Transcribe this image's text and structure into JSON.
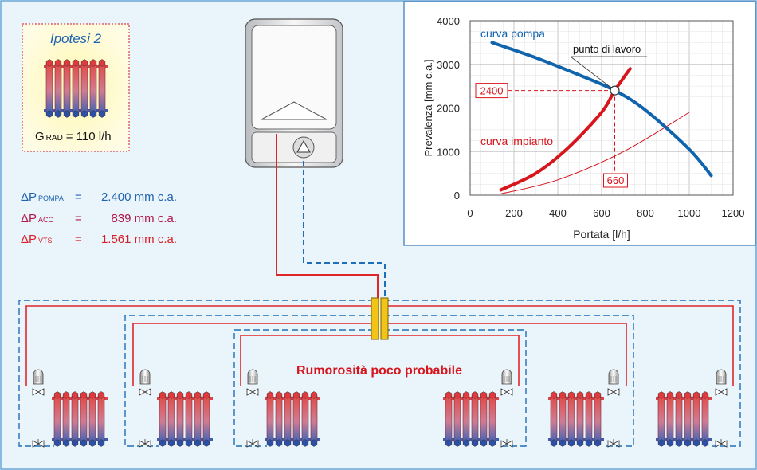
{
  "hypothesis": {
    "title": "Ipotesi 2",
    "g_symbol": "G",
    "g_sub": "RAD",
    "g_value": "= 110 l/h"
  },
  "pressures": [
    {
      "symbol": "ΔP",
      "sub": "POMPA",
      "eq": "=",
      "value": "2.400 mm c.a.",
      "color": "#1f63b0"
    },
    {
      "symbol": "ΔP",
      "sub": "ACC",
      "eq": "=",
      "value": "839 mm c.a.",
      "color": "#b0174a"
    },
    {
      "symbol": "ΔP",
      "sub": "VTS",
      "eq": "=",
      "value": "1.561 mm c.a.",
      "color": "#d81e24"
    }
  ],
  "noise_label": "Rumorosità poco probabile",
  "colors": {
    "pump_curve": "#1063ad",
    "system_curve": "#d8141c",
    "supply_pipe": "#e0262a",
    "return_pipe": "#1f6fb8",
    "panel_bg": "#eaf4fb",
    "chart_bg": "#ffffff"
  },
  "chart_data": {
    "type": "line",
    "xlabel": "Portata [l/h]",
    "ylabel": "Prevalenza [mm c.a.]",
    "xlim": [
      0,
      1200
    ],
    "ylim": [
      0,
      4000
    ],
    "x_ticks": [
      0,
      200,
      400,
      600,
      800,
      1000,
      1200
    ],
    "y_ticks": [
      0,
      1000,
      2000,
      3000,
      4000
    ],
    "grid": true,
    "series": [
      {
        "name": "curva pompa",
        "x": [
          100,
          300,
          500,
          660,
          800,
          1000,
          1100
        ],
        "y": [
          3500,
          3150,
          2750,
          2400,
          1950,
          1050,
          450
        ]
      },
      {
        "name": "curva impianto",
        "x": [
          140,
          300,
          450,
          600,
          660,
          730
        ],
        "y": [
          120,
          500,
          1100,
          1900,
          2400,
          2900
        ]
      },
      {
        "x": [
          140,
          400,
          700,
          1000
        ],
        "y": [
          30,
          350,
          1000,
          1900
        ]
      }
    ],
    "operating_point": {
      "label": "punto di lavoro",
      "x": 660,
      "y": 2400,
      "x_label": "660",
      "y_label": "2400"
    }
  }
}
